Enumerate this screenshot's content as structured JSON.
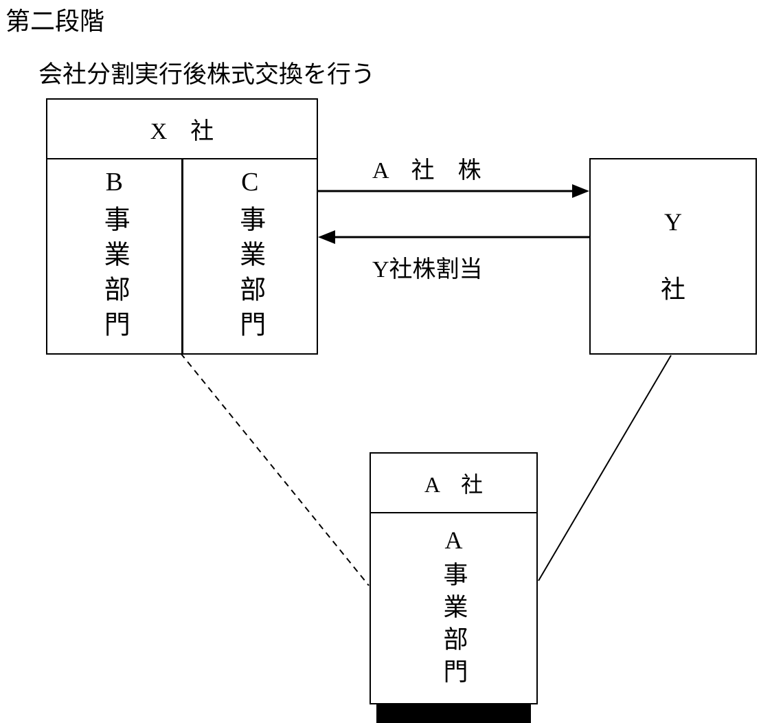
{
  "title": "第二段階",
  "subtitle": "会社分割実行後株式交換を行う",
  "x_company": {
    "header": "X　社",
    "division_b": "B事業部門",
    "division_c": "C事業部門"
  },
  "y_company": {
    "line1": "Y",
    "line2": "社"
  },
  "a_company": {
    "header": "A　社",
    "division": "A事業部門"
  },
  "arrows": {
    "to_y_label": "A　社　株",
    "to_x_label": "Y社株割当"
  },
  "colors": {
    "line": "#000000",
    "background": "#ffffff"
  }
}
